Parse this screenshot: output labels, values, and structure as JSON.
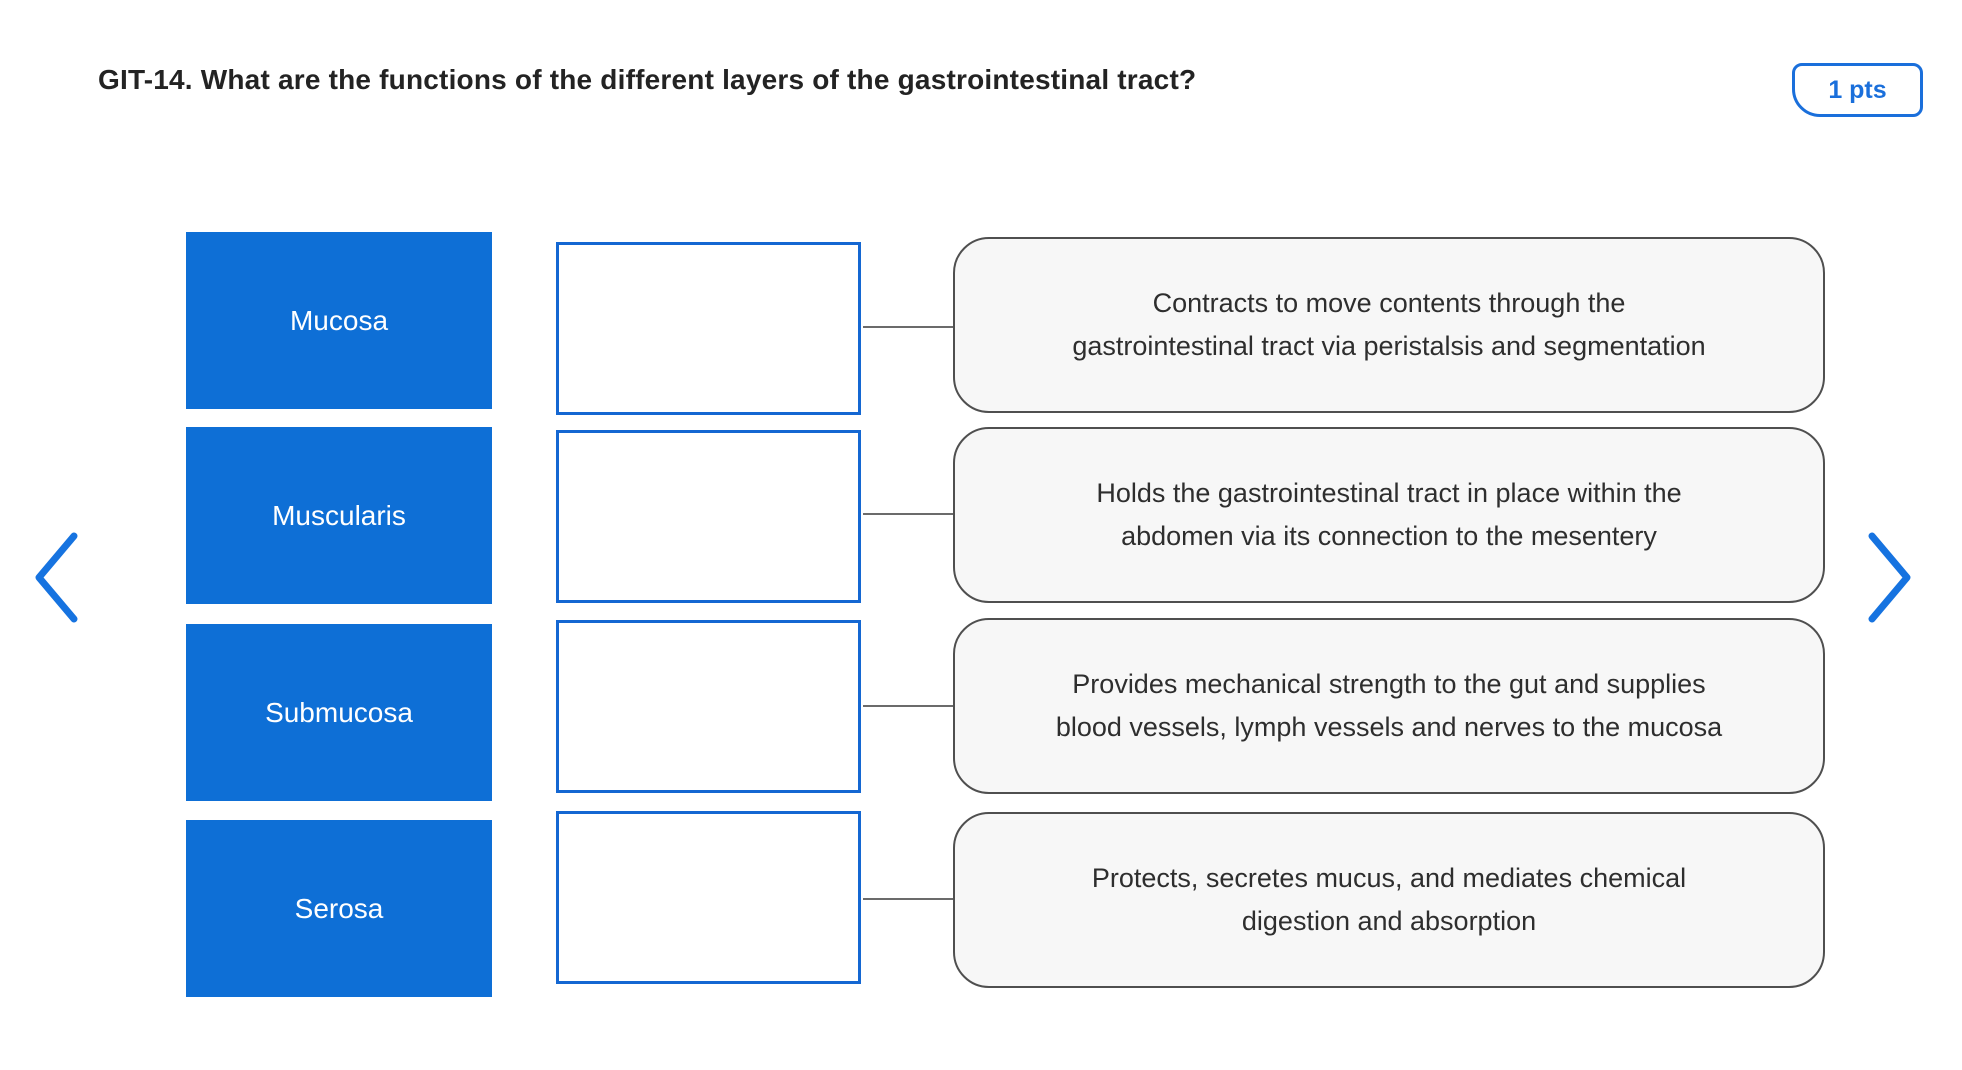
{
  "question": {
    "title": "GIT-14. What are the functions of the different layers of the gastrointestinal tract?",
    "points": "1 pts"
  },
  "matching": {
    "labels": [
      {
        "text": "Mucosa"
      },
      {
        "text": "Muscularis"
      },
      {
        "text": "Submucosa"
      },
      {
        "text": "Serosa"
      }
    ],
    "answers": [
      {
        "lines": [
          "Contracts to move contents through the",
          "gastrointestinal tract via peristalsis and segmentation"
        ]
      },
      {
        "lines": [
          "Holds the gastrointestinal tract in place within the",
          "abdomen via its connection to the mesentery"
        ]
      },
      {
        "lines": [
          "Provides mechanical strength to the gut and supplies",
          "blood vessels, lymph vessels and nerves to the mucosa"
        ]
      },
      {
        "lines": [
          "Protects, secretes mucus, and mediates chemical",
          "digestion and absorption"
        ]
      }
    ]
  },
  "nav": {
    "prev_icon": "chevron-left",
    "next_icon": "chevron-right"
  },
  "colors": {
    "item_blue": "#0e6fd6",
    "drop_border_blue": "#1467d2",
    "accent_blue": "#1a6fdb",
    "chevron_blue": "#1673e0",
    "answer_fill": "#f7f7f7",
    "answer_border": "#4f4f4f",
    "connector_gray": "#6b6b6b",
    "title_text": "#232323",
    "body_text": "#2e2e2e"
  }
}
